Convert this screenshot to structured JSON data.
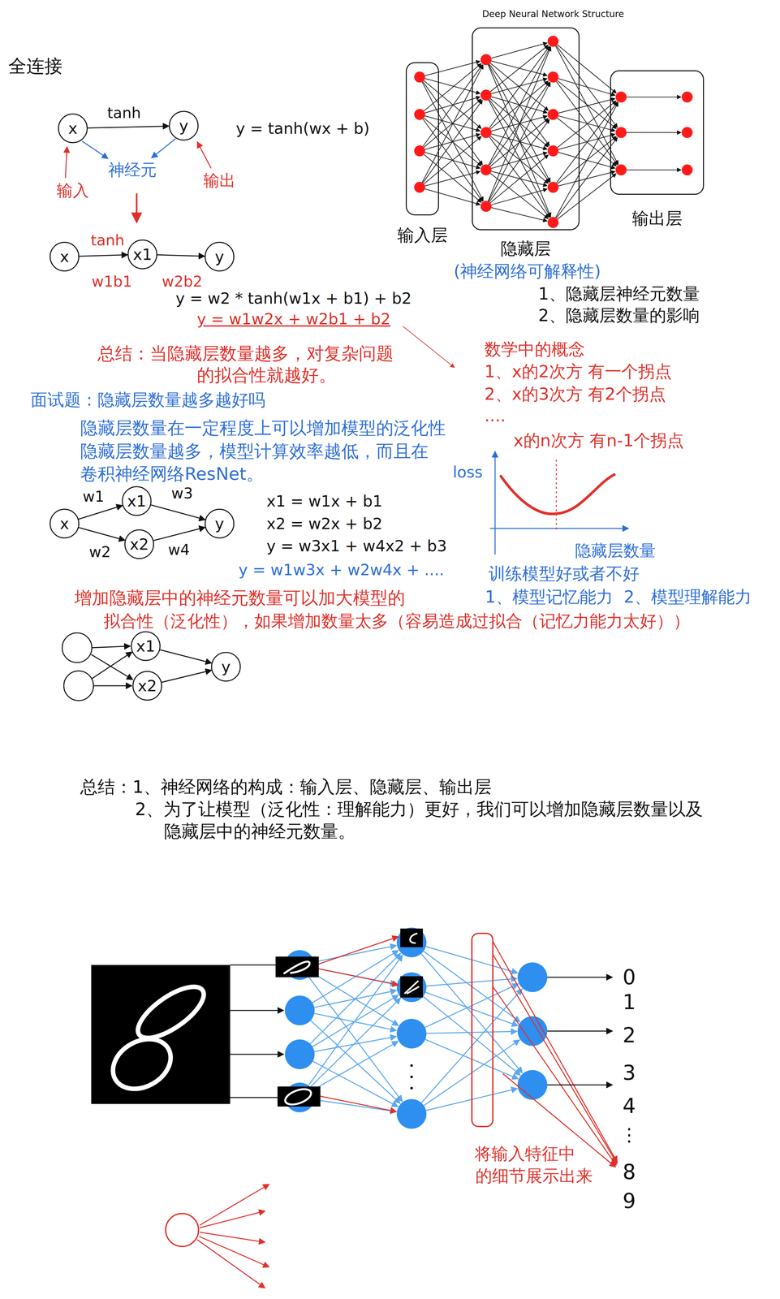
{
  "diagram": {
    "title": "全连接",
    "nodes": [
      {
        "text": [
          "x"
        ]
      },
      {
        "text": [
          "y"
        ]
      },
      {
        "text": [
          "输入层"
        ]
      },
      {
        "text": [
          "隐藏层"
        ]
      },
      {
        "text": [
          "输出层"
        ]
      },
      {
        "text": [
          "x"
        ]
      },
      {
        "text": [
          "x1"
        ]
      },
      {
        "text": [
          "y"
        ]
      },
      {
        "text": [
          "x"
        ]
      },
      {
        "text": [
          "x1"
        ]
      },
      {
        "text": [
          "x2"
        ]
      },
      {
        "text": [
          "y"
        ]
      },
      {
        "text": [
          "x1"
        ]
      },
      {
        "text": [
          "x2"
        ]
      },
      {
        "text": [
          "y"
        ]
      }
    ],
    "edges": [
      {
        "from": 0,
        "to": 1,
        "arrow": "to",
        "label": "tanh"
      },
      {
        "from": 5,
        "to": 6,
        "arrow": "to",
        "label": "tanh"
      },
      {
        "from": 6,
        "to": 7,
        "arrow": "to"
      },
      {
        "from": 8,
        "to": 9,
        "arrow": "to",
        "label": "w1"
      },
      {
        "from": 8,
        "to": 10,
        "arrow": "to",
        "label": "w2"
      },
      {
        "from": 9,
        "to": 11,
        "arrow": "to",
        "label": "w3"
      },
      {
        "from": 10,
        "to": 11,
        "arrow": "to",
        "label": "w4"
      },
      {
        "from": 12,
        "to": 14,
        "arrow": "to"
      },
      {
        "from": 13,
        "to": 14,
        "arrow": "to"
      }
    ],
    "labels": [
      "输入",
      "神经元",
      "输出",
      "y = tanh(wx + b)",
      "Deep Neural Network Structure",
      "(神经网络可解释性)",
      "w1b1",
      "w2b2",
      "y = w2 * tanh(w1x + b1) + b2",
      "y = w1w2x + w2b1 + b2",
      "1、隐藏层神经元数量",
      "2、隐藏层数量的影响",
      "总结：当隐藏层数量越多，对复杂问题",
      "的拟合性就越好。",
      "数学中的概念",
      "1、x的2次方 有一个拐点",
      "2、x的3次方 有2个拐点",
      "....",
      "x的n次方 有n-1个拐点",
      "面试题：隐藏层数量越多越好吗",
      "隐藏层数量在一定程度上可以增加模型的泛化性",
      "隐藏层数量越多，模型计算效率越低，而且在",
      "卷积神经网络ResNet。",
      "loss",
      "x1 = w1x + b1",
      "x2 = w2x + b2",
      "y = w3x1 + w4x2 + b3",
      "y = w1w3x + w2w4x + ....",
      "隐藏层数量",
      "训练模型好或者不好",
      "1、模型记忆能力  2、模型理解能力",
      "增加隐藏层中的神经元数量可以加大模型的",
      "拟合性（泛化性），如果增加数量太多（容易造成过拟合（记忆力能力太好））",
      "总结：1、神经网络的构成：输入层、隐藏层、输出层",
      "2、为了让模型（泛化性：理解能力）更好，我们可以增加隐藏层数量以及",
      "隐藏层中的神经元数量。",
      "0",
      "1",
      "2",
      "3",
      "4",
      "⋮",
      "8",
      "9",
      "将输入特征中",
      "的细节展示出来"
    ]
  }
}
